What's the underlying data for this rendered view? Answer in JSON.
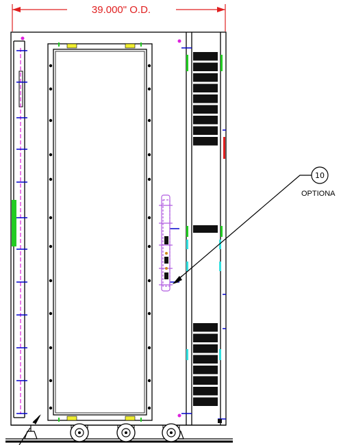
{
  "dimension": {
    "label": "39.000\" O.D."
  },
  "callout": {
    "number": "10",
    "note": "OPTIONA"
  },
  "colors": {
    "dimension": "#e02020",
    "outline": "#000000",
    "tick_blue": "#0000cc",
    "green": "#22cc22",
    "cyan": "#33e0e0",
    "yellow": "#f0ee30",
    "magenta": "#dd22dd",
    "purple": "#b05ce0",
    "dark": "#111111"
  },
  "icons": [
    "balloon-icon",
    "arrow-icon",
    "caster-icon",
    "leveling-foot-icon"
  ]
}
